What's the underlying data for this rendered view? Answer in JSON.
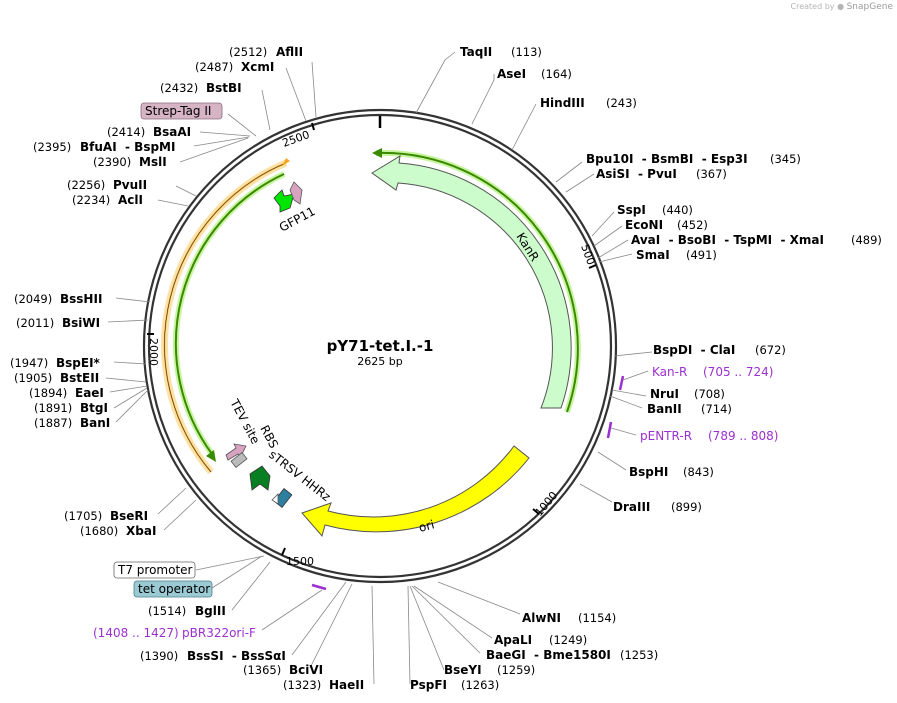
{
  "credit": {
    "prefix": "Created by",
    "brand": "SnapGene"
  },
  "plasmid": {
    "name": "pY71-tet.I.-1",
    "length_label": "2625 bp"
  },
  "ticks": [
    "500",
    "1000",
    "1500",
    "2000",
    "2500"
  ],
  "features": {
    "kanr": "KanR",
    "ori": "ori",
    "gfp11": "GFP11",
    "strep_tag": "Strep-Tag II",
    "tev_site": "TEV site",
    "rbs": "RBS",
    "strsv": "sTRSV HHRz",
    "t7_promoter": "T7 promoter",
    "tet_operator": "tet operator"
  },
  "primers": [
    {
      "name": "Kan-R",
      "range": "(705 .. 724)"
    },
    {
      "name": "pENTR-R",
      "range": "(789 .. 808)"
    },
    {
      "name": "pBR322ori-F",
      "range": "(1408 .. 1427)"
    }
  ],
  "sites_right": [
    {
      "name": "TaqII",
      "pos": "(113)"
    },
    {
      "name": "AseI",
      "pos": "(164)"
    },
    {
      "name": "HindIII",
      "pos": "(243)"
    },
    {
      "name": "Bpu10I  - BsmBI  - Esp3I",
      "pos": "(345)"
    },
    {
      "name": "AsiSI  - PvuI",
      "pos": "(367)"
    },
    {
      "name": "SspI",
      "pos": "(440)"
    },
    {
      "name": "EcoNI",
      "pos": "(452)"
    },
    {
      "name": "AvaI  - BsoBI  - TspMI  - XmaI",
      "pos": "(489)"
    },
    {
      "name": "SmaI",
      "pos": "(491)"
    },
    {
      "name": "BspDI  - ClaI",
      "pos": "(672)"
    },
    {
      "name": "NruI",
      "pos": "(708)"
    },
    {
      "name": "BanII",
      "pos": "(714)"
    },
    {
      "name": "BspHI",
      "pos": "(843)"
    },
    {
      "name": "DraIII",
      "pos": "(899)"
    },
    {
      "name": "AlwNI",
      "pos": "(1154)"
    },
    {
      "name": "ApaLI",
      "pos": "(1249)"
    },
    {
      "name": "BaeGI  - Bme1580I",
      "pos": "(1253)"
    },
    {
      "name": "BseYI",
      "pos": "(1259)"
    },
    {
      "name": "PspFI",
      "pos": "(1263)"
    }
  ],
  "sites_left": [
    {
      "name": "AflII",
      "pos": "(2512)"
    },
    {
      "name": "XcmI",
      "pos": "(2487)"
    },
    {
      "name": "BstBI",
      "pos": "(2432)"
    },
    {
      "name": "BsaAI",
      "pos": "(2414)"
    },
    {
      "name": "BfuAI  - BspMI",
      "pos": "(2395)"
    },
    {
      "name": "MslI",
      "pos": "(2390)"
    },
    {
      "name": "PvuII",
      "pos": "(2256)"
    },
    {
      "name": "AclI",
      "pos": "(2234)"
    },
    {
      "name": "BssHII",
      "pos": "(2049)"
    },
    {
      "name": "BsiWI",
      "pos": "(2011)"
    },
    {
      "name": "BspEI*",
      "pos": "(1947)"
    },
    {
      "name": "BstEII",
      "pos": "(1905)"
    },
    {
      "name": "EaeI",
      "pos": "(1894)"
    },
    {
      "name": "BtgI",
      "pos": "(1891)"
    },
    {
      "name": "BanI",
      "pos": "(1887)"
    },
    {
      "name": "BseRI",
      "pos": "(1705)"
    },
    {
      "name": "XbaI",
      "pos": "(1680)"
    },
    {
      "name": "BglII",
      "pos": "(1514)"
    },
    {
      "name": "BssSI  - BssSαI",
      "pos": "(1390)"
    },
    {
      "name": "BciVI",
      "pos": "(1365)"
    },
    {
      "name": "HaeII",
      "pos": "(1323)"
    }
  ],
  "colors": {
    "backbone": "#333333",
    "kanr_fill": "#ccfccc",
    "ori_fill": "#ffff00",
    "orf_green": "#3a8a00",
    "orf_orange": "#f5a623",
    "primer": "#9b30d0",
    "strep_box": "#d7b3c6",
    "tet_box": "#9ccad4"
  }
}
